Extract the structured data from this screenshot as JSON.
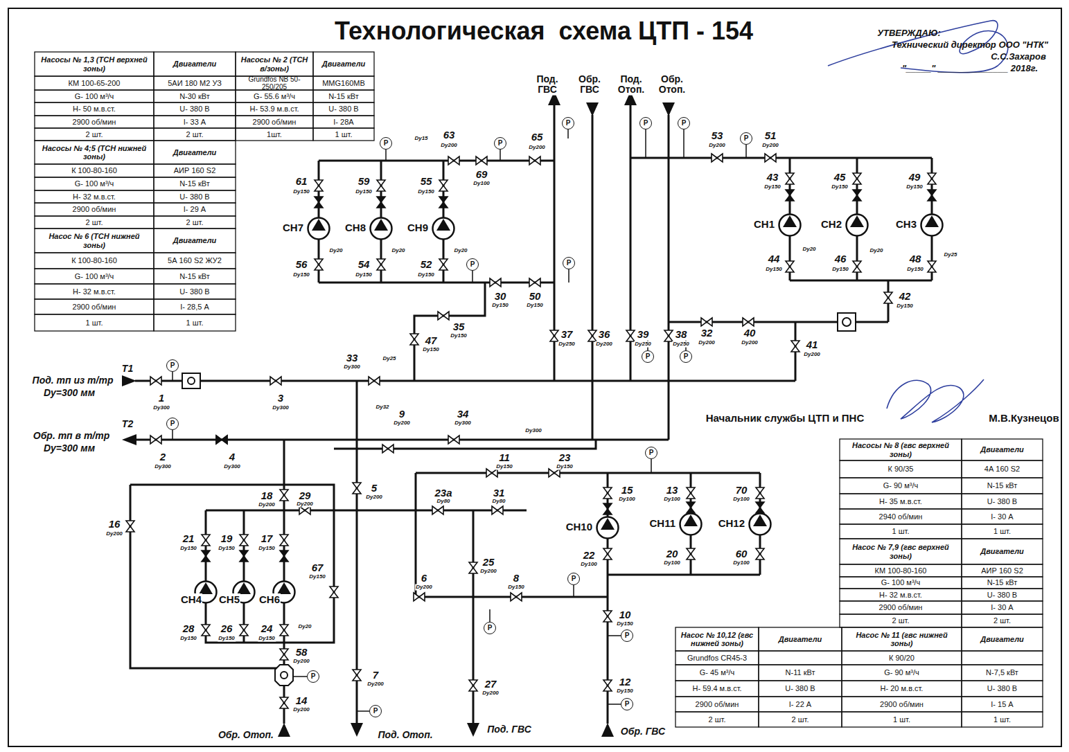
{
  "diagram": {
    "title": "Технологическая  схема ЦТП - 154",
    "nodes": [
      {
        "text": [
          "СН7"
        ]
      },
      {
        "text": [
          "СН8"
        ]
      },
      {
        "text": [
          "СН9"
        ]
      },
      {
        "text": [
          "СН1"
        ]
      },
      {
        "text": [
          "СН2"
        ]
      },
      {
        "text": [
          "СН3"
        ]
      },
      {
        "text": [
          "СН10"
        ]
      },
      {
        "text": [
          "СН11"
        ]
      },
      {
        "text": [
          "СН12"
        ]
      },
      {
        "text": [
          "СН4"
        ]
      },
      {
        "text": [
          "СН5"
        ]
      },
      {
        "text": [
          "СН6"
        ]
      },
      {
        "text": [
          "Р"
        ]
      },
      {
        "text": [
          "Р"
        ]
      },
      {
        "text": [
          "Р"
        ]
      },
      {
        "text": [
          "Р"
        ]
      },
      {
        "text": [
          "Р"
        ]
      },
      {
        "text": [
          "Р"
        ]
      },
      {
        "text": [
          "Р"
        ]
      },
      {
        "text": [
          "Р"
        ]
      },
      {
        "text": [
          "Р"
        ]
      },
      {
        "text": [
          "Р"
        ]
      },
      {
        "text": [
          "Р"
        ]
      },
      {
        "text": [
          "Р"
        ]
      },
      {
        "text": [
          "Р"
        ]
      },
      {
        "text": [
          "Р"
        ]
      },
      {
        "text": [
          "Р"
        ]
      },
      {
        "text": [
          "Р"
        ]
      },
      {
        "text": [
          "Р"
        ]
      },
      {
        "text": [
          "Р"
        ]
      },
      {
        "text": [
          "Р"
        ]
      }
    ],
    "labels": [
      "Насосы № 1,3 (ТСН верхней зоны)",
      "Двигатели",
      "Насосы № 2 (ТСН в/зоны)",
      "Двигатели",
      "КМ 100-65-200",
      "5АИ 180 М2 УЗ",
      "Grundfos NB 50-250/205",
      "MMG160MB",
      "G- 100 м³/ч",
      "N-30 кВт",
      "G- 55.6 м³/ч",
      "N-15 кВт",
      "Н- 50 м.в.ст.",
      "U- 380 В",
      "Н- 53.9 м.в.ст.",
      "U- 380 В",
      "2900 об/мин",
      "I- 33 А",
      "2900 об/мин",
      "I- 28А",
      "2 шт.",
      "2 шт.",
      "1шт.",
      "1 шт.",
      "Насосы № 4;5 (ТСН нижней зоны)",
      "Двигатели",
      "К 100-80-160",
      "АИР 160 S2",
      "G- 100 м³/ч",
      "N-15 кВт",
      "Н- 32 м.в.ст.",
      "U- 380 В",
      "2900 об/мин",
      "I- 29 А",
      "2 шт.",
      "2 шт.",
      "Насос № 6 (ТСН нижней зоны)",
      "Двигатели",
      "К 100-80-160",
      "5А 160 S2 ЖУ2",
      "G- 100 м³/ч",
      "N-15 кВт",
      "Н- 32 м.в.ст.",
      "U- 380 В",
      "2900 об/мин",
      "I- 28,5 А",
      "1 шт.",
      "1 шт.",
      "Насосы № 8 (гвс верхней зоны)",
      "Двигатели",
      "К 90/35",
      "4А 160 S2",
      "G- 90 м³/ч",
      "N-15 кВт",
      "Н- 35 м.в.ст.",
      "U- 380 В",
      "2940 об/мин",
      "I- 30 А",
      "1 шт.",
      "1 шт.",
      "Насос № 7,9 (гвс верхней зоны)",
      "Двигатели",
      "КМ 100-80-160",
      "АИР 160 S2",
      "G- 100 м³/ч",
      "N-15 кВт",
      "Н- 32 м.в.ст.",
      "U- 380 В",
      "2900 об/мин",
      "I- 30 А",
      "2 шт.",
      "2 шт.",
      "Насос № 10,12 (гвс нижней зоны)",
      "Двигатели",
      "Насос № 11 (гвс нижней зоны)",
      "Двигатели",
      "Grundfos CR45-3",
      "К 90/20",
      "G- 45 м³/ч",
      "N-11 кВт",
      "G- 90 м³/ч",
      "N-7,5 кВт",
      "Н- 59.4 м.в.ст.",
      "U- 380 В",
      "Н- 20 м.в.ст.",
      "U- 380 В",
      "2900 об/мин",
      "I- 22 А",
      "2900 об/мин",
      "I- 15 А",
      "2 шт.",
      "2 шт.",
      "1 шт.",
      "1 шт.",
      "УТВЕРЖДАЮ:",
      "Технический директор ООО \"НТК\"",
      "С.С.Захаров",
      "\"_____\" ______________ 2018г.",
      "Начальник службы ЦТП и ПНС",
      "М.В.Кузнецов",
      "Под. ГВС",
      "Обр. ГВС",
      "Под. Отоп.",
      "Обр. Отоп.",
      "Т1",
      "Под. тп из т/тр",
      "Dу=300 мм",
      "Т2",
      "Обр. тп в т/тр",
      "Dу=300 мм",
      "Обр. Отоп.",
      "Под. Отоп.",
      "Под. ГВС",
      "Обр. ГВС",
      "61",
      "Dy150",
      "59",
      "Dy150",
      "55",
      "Dy150",
      "56",
      "Dy150",
      "54",
      "Dy150",
      "52",
      "Dy150",
      "Dy20",
      "Dy20",
      "Dy20",
      "63",
      "Dy200",
      "Dy15",
      "69",
      "Dy100",
      "65",
      "Dy200",
      "30",
      "Dy150",
      "50",
      "Dy150",
      "35",
      "Dy150",
      "47",
      "Dy150",
      "33",
      "Dy300",
      "Dy25",
      "Dy32",
      "37",
      "Dy250",
      "36",
      "Dy200",
      "39",
      "Dy250",
      "38",
      "Dy250",
      "32",
      "Dy200",
      "40",
      "Dy200",
      "41",
      "Dy200",
      "42",
      "Dy150",
      "53",
      "Dy200",
      "51",
      "Dy200",
      "43",
      "Dy150",
      "45",
      "Dy150",
      "49",
      "Dy150",
      "44",
      "Dy150",
      "46",
      "Dy150",
      "48",
      "Dy150",
      "Dy20",
      "Dy20",
      "Dy25",
      "1",
      "Dy300",
      "3",
      "Dy300",
      "2",
      "Dy300",
      "4",
      "Dy300",
      "9",
      "Dy200",
      "34",
      "Dy300",
      "Dy300",
      "11",
      "Dy150",
      "23",
      "Dy150",
      "5",
      "Dy200",
      "18",
      "Dy200",
      "29",
      "Dy200",
      "16",
      "Dy200",
      "23а",
      "Dy80",
      "31",
      "Dy80",
      "15",
      "Dy100",
      "13",
      "Dy100",
      "70",
      "Dy100",
      "22",
      "Dy100",
      "20",
      "Dy100",
      "60",
      "Dy100",
      "21",
      "Dy150",
      "19",
      "Dy150",
      "17",
      "Dy150",
      "67",
      "Dy150",
      "28",
      "Dy150",
      "26",
      "Dy150",
      "24",
      "Dy150",
      "Dy20",
      "58",
      "Dy200",
      "14",
      "Dy200",
      "6",
      "Dy200",
      "25",
      "Dy200",
      "8",
      "Dy150",
      "10",
      "Dy150",
      "12",
      "Dy150",
      "7",
      "Dy200",
      "27",
      "Dy200"
    ]
  }
}
